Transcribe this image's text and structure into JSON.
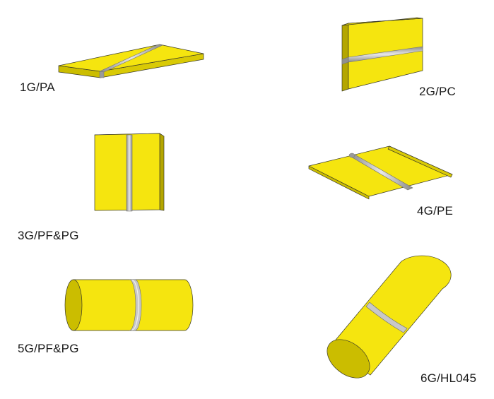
{
  "colors": {
    "plate": "#f5e50f",
    "plate_edge": "#cbbd00",
    "plate_dark": "#b4a600",
    "outline": "#3a3a2a",
    "weld": "#b8b8b8",
    "weld_light": "#e6e6e6",
    "weld_dark": "#7a7a7a"
  },
  "positions": [
    {
      "id": "1g",
      "label": "1G/PA"
    },
    {
      "id": "2g",
      "label": "2G/PC"
    },
    {
      "id": "3g",
      "label": "3G/PF&PG"
    },
    {
      "id": "4g",
      "label": "4G/PE"
    },
    {
      "id": "5g",
      "label": "5G/PF&PG"
    },
    {
      "id": "6g",
      "label": "6G/HL045"
    }
  ]
}
